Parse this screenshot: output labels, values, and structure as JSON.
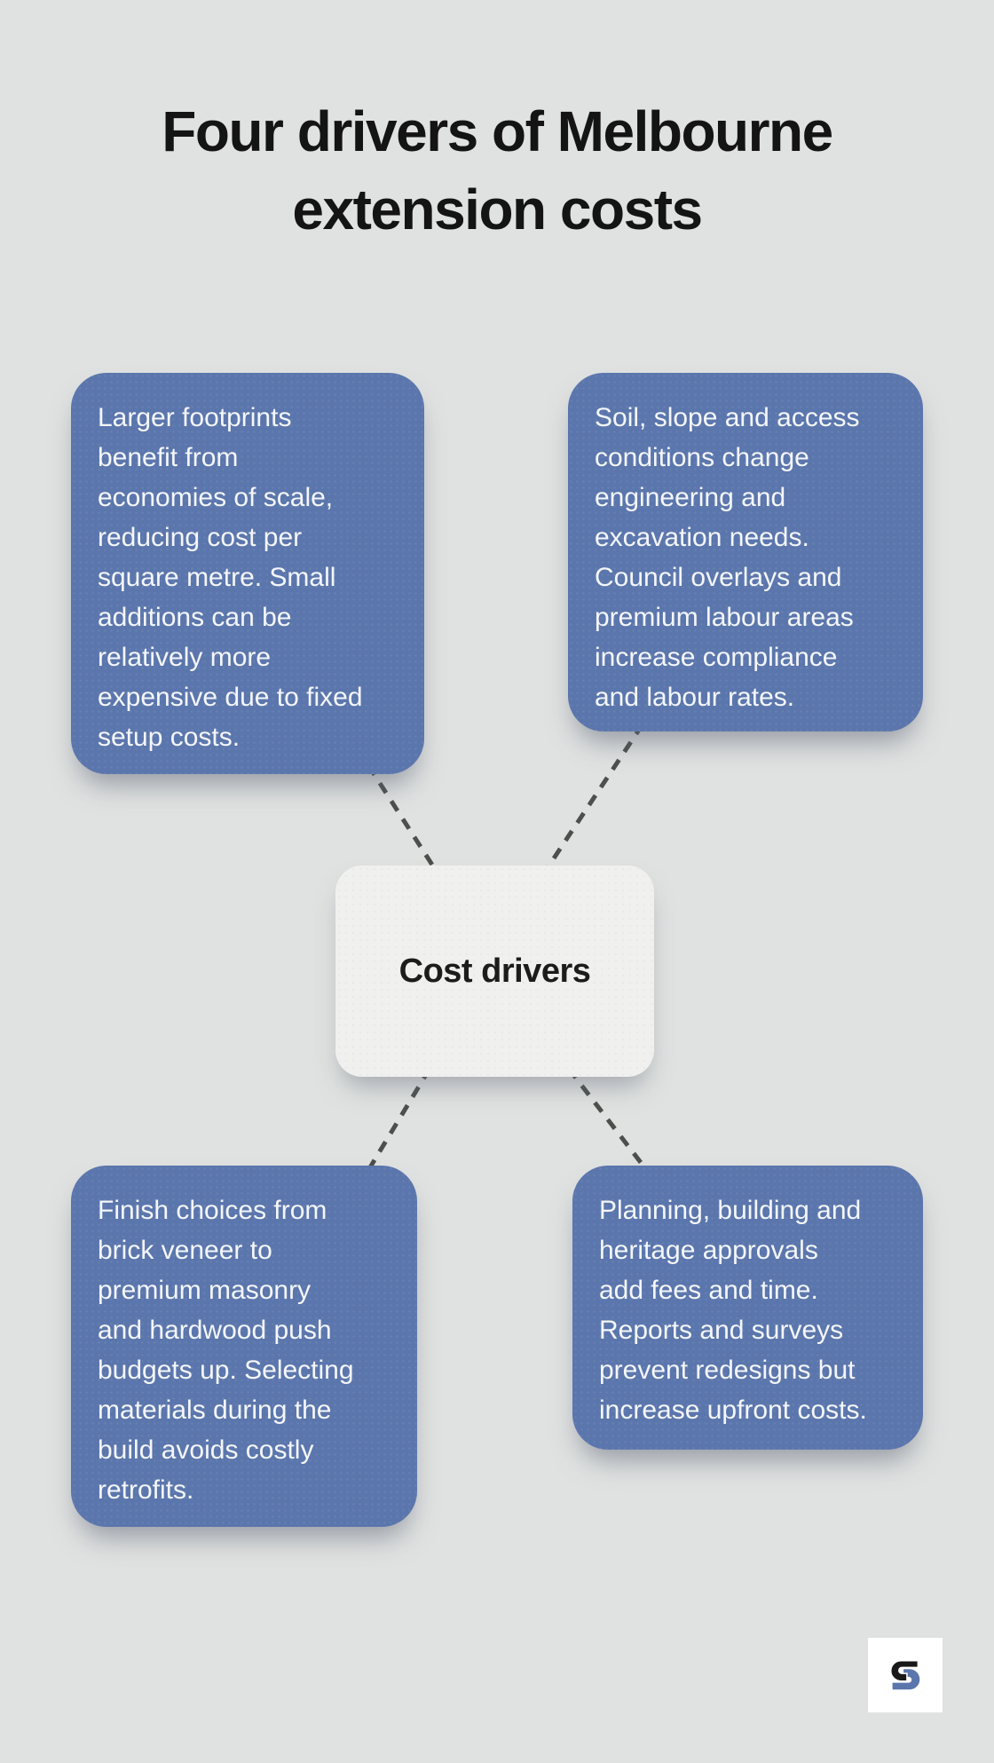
{
  "theme": {
    "background": "#e0e2e1",
    "card_fill": "#5b76ac",
    "card_text": "#f4f6f9",
    "center_fill": "#f0f1ef",
    "center_text": "#1c1c1c",
    "title_text": "#141414",
    "connector": "#4c4f4c",
    "logo_bg": "#ffffff"
  },
  "title": {
    "lines": [
      "Four drivers of Melbourne",
      "extension costs"
    ]
  },
  "diagram": {
    "type": "mind-map",
    "center": {
      "label": "Cost drivers"
    },
    "nodes": [
      {
        "id": "project-size",
        "position": "top-left",
        "text_lines": [
          "Larger footprints",
          "benefit from",
          "economies of scale,",
          "reducing cost per",
          "square metre. Small",
          "additions can be",
          "relatively more",
          "expensive due to fixed",
          "setup costs."
        ]
      },
      {
        "id": "site-conditions",
        "position": "top-right",
        "text_lines": [
          "Soil, slope and access",
          "conditions change",
          "engineering and",
          "excavation needs.",
          "Council overlays and",
          "premium labour areas",
          "increase compliance",
          "and labour rates."
        ]
      },
      {
        "id": "material-finishes",
        "position": "bottom-left",
        "text_lines": [
          "Finish choices from",
          "brick veneer to",
          "premium masonry",
          "and hardwood push",
          "budgets up. Selecting",
          "materials during the",
          "build avoids costly",
          "retrofits."
        ]
      },
      {
        "id": "approvals",
        "position": "bottom-right",
        "text_lines": [
          "Planning, building and",
          "heritage approvals",
          "add fees and time.",
          "Reports and surveys",
          "prevent redesigns but",
          "increase upfront costs."
        ]
      }
    ]
  },
  "branding": {
    "logo_icon": "s-monogram-icon",
    "logo_colors": {
      "dark": "#191919",
      "blue": "#5b76ac"
    }
  }
}
